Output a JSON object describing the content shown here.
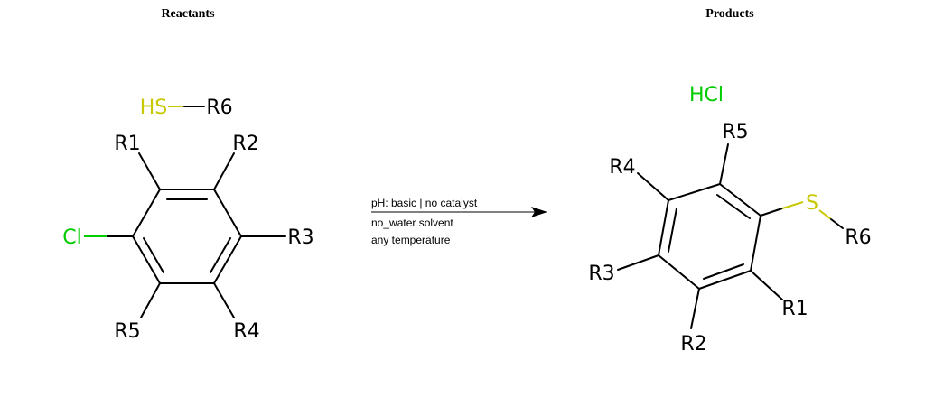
{
  "headings": {
    "reactants": "Reactants",
    "products": "Products"
  },
  "colors": {
    "sulfur": "#c8c800",
    "chlorine": "#00cc00",
    "bond": "#000000"
  },
  "reactants": {
    "thiol": {
      "hs": "HS",
      "r": "R6"
    },
    "aryl_chloride": {
      "cl": "Cl",
      "r1": "R1",
      "r2": "R2",
      "r3": "R3",
      "r4": "R4",
      "r5": "R5"
    }
  },
  "conditions": {
    "line1": "pH: basic | no catalyst",
    "line2": "no_water solvent",
    "line3": "any temperature"
  },
  "products": {
    "hcl": "HCl",
    "thioether": {
      "s": "S",
      "r6": "R6",
      "r1": "R1",
      "r2": "R2",
      "r3": "R3",
      "r4": "R4",
      "r5": "R5"
    }
  }
}
